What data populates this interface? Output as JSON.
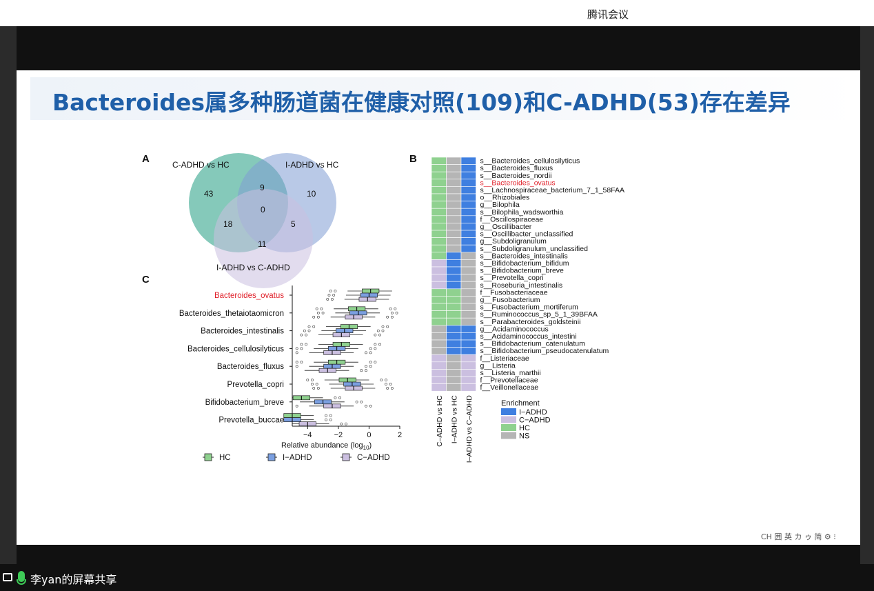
{
  "app": {
    "title": "腾讯会议"
  },
  "share": {
    "label": "李yan的屏幕共享"
  },
  "ime": {
    "text": "CH 囲 英 カ ゥ 简 ⚙ ⁝"
  },
  "slide": {
    "title": "Bacteroides属多种肠道菌在健康对照(109)和C-ADHD(53)存在差异",
    "figure": {
      "panel_a": {
        "label": "A",
        "sets": [
          {
            "name": "C-ADHD vs HC",
            "color": "#3aa88f"
          },
          {
            "name": "I-ADHD vs HC",
            "color": "#7f9cd4"
          },
          {
            "name": "I-ADHD vs C-ADHD",
            "color": "#cbbfe0"
          }
        ],
        "regions": {
          "only_a": "43",
          "ab": "9",
          "only_b": "10",
          "abc": "0",
          "ac": "18",
          "bc": "5",
          "only_c": "11"
        }
      },
      "panel_b": {
        "label": "B",
        "taxa": [
          "s__Bacteroides_cellulosilyticus",
          "s__Bacteroides_fluxus",
          "s__Bacteroides_nordii",
          "s__Bacteroides_ovatus",
          "s__Lachnospiraceae_bacterium_7_1_58FAA",
          "o__Rhizobiales",
          "g__Bilophila",
          "s__Bilophila_wadsworthia",
          "f__Oscillospiraceae",
          "g__Oscillibacter",
          "s__Oscillibacter_unclassified",
          "g__Subdoligranulum",
          "s__Subdoligranulum_unclassified",
          "s__Bacteroides_intestinalis",
          "s__Bifidobacterium_bifidum",
          "s__Bifidobacterium_breve",
          "s__Prevotella_copri",
          "s__Roseburia_intestinalis",
          "f__Fusobacteriaceae",
          "g__Fusobacterium",
          "s__Fusobacterium_mortiferum",
          "s__Ruminococcus_sp_5_1_39BFAA",
          "s__Parabacteroides_goldsteinii",
          "g__Acidaminococcus",
          "s__Acidaminococcus_intestini",
          "s__Bifidobacterium_catenulatum",
          "s__Bifidobacterium_pseudocatenulatum",
          "f__Listeriaceae",
          "g__Listeria",
          "s__Listeria_marthii",
          "f__Prevotellaceae",
          "f__Veillonellaceae"
        ],
        "highlight_taxon": "s__Bacteroides_ovatus",
        "columns": [
          "C–ADHD vs HC",
          "I–ADHD vs HC",
          "I–ADHD vs C–ADHD"
        ],
        "cells": [
          [
            "HC",
            "NS",
            "I"
          ],
          [
            "HC",
            "NS",
            "I"
          ],
          [
            "HC",
            "NS",
            "I"
          ],
          [
            "HC",
            "NS",
            "I"
          ],
          [
            "HC",
            "NS",
            "I"
          ],
          [
            "HC",
            "NS",
            "I"
          ],
          [
            "HC",
            "NS",
            "I"
          ],
          [
            "HC",
            "NS",
            "I"
          ],
          [
            "HC",
            "NS",
            "I"
          ],
          [
            "HC",
            "NS",
            "I"
          ],
          [
            "HC",
            "NS",
            "I"
          ],
          [
            "HC",
            "NS",
            "I"
          ],
          [
            "HC",
            "NS",
            "I"
          ],
          [
            "HC",
            "I",
            "NS"
          ],
          [
            "C",
            "I",
            "NS"
          ],
          [
            "C",
            "I",
            "NS"
          ],
          [
            "C",
            "I",
            "NS"
          ],
          [
            "C",
            "I",
            "NS"
          ],
          [
            "HC",
            "HC",
            "NS"
          ],
          [
            "HC",
            "HC",
            "NS"
          ],
          [
            "HC",
            "HC",
            "NS"
          ],
          [
            "HC",
            "HC",
            "NS"
          ],
          [
            "HC",
            "HC",
            "NS"
          ],
          [
            "NS",
            "I",
            "I"
          ],
          [
            "NS",
            "I",
            "I"
          ],
          [
            "NS",
            "I",
            "I"
          ],
          [
            "NS",
            "I",
            "I"
          ],
          [
            "C",
            "NS",
            "C"
          ],
          [
            "C",
            "NS",
            "C"
          ],
          [
            "C",
            "NS",
            "C"
          ],
          [
            "C",
            "NS",
            "C"
          ],
          [
            "C",
            "NS",
            "C"
          ]
        ],
        "legend": {
          "title": "Enrichment",
          "items": [
            {
              "key": "I",
              "label": "I−ADHD",
              "color": "#3f7fe0"
            },
            {
              "key": "C",
              "label": "C−ADHD",
              "color": "#cbbfe0"
            },
            {
              "key": "HC",
              "label": "HC",
              "color": "#8fd18f"
            },
            {
              "key": "NS",
              "label": "NS",
              "color": "#b5b5b5"
            }
          ]
        }
      },
      "panel_c": {
        "label": "C",
        "xlabel": "Relative abundance (log",
        "xlabel_sub": "10",
        "xlabel_end": ")",
        "ticks": [
          "−4",
          "−2",
          "0",
          "2"
        ],
        "highlight_taxon": "Bacteroides_ovatus",
        "groups": [
          {
            "name": "HC",
            "color": "#8fd18f"
          },
          {
            "name": "I−ADHD",
            "color": "#7b9fe0"
          },
          {
            "name": "C−ADHD",
            "color": "#cbbfe0"
          }
        ]
      }
    }
  },
  "chart_data": [
    {
      "type": "venn",
      "sets": [
        "C-ADHD vs HC",
        "I-ADHD vs HC",
        "I-ADHD vs C-ADHD"
      ],
      "values": {
        "C-ADHD vs HC only": 43,
        "C-ADHD vs HC & I-ADHD vs HC": 9,
        "I-ADHD vs HC only": 10,
        "all three": 0,
        "C-ADHD vs HC & I-ADHD vs C-ADHD": 18,
        "I-ADHD vs HC & I-ADHD vs C-ADHD": 5,
        "I-ADHD vs C-ADHD only": 11
      }
    },
    {
      "type": "heatmap",
      "x": [
        "C–ADHD vs HC",
        "I–ADHD vs HC",
        "I–ADHD vs C–ADHD"
      ],
      "legend": [
        "I−ADHD",
        "C−ADHD",
        "HC",
        "NS"
      ]
    },
    {
      "type": "box",
      "categories": [
        "Bacteroides_ovatus",
        "Bacteroides_thetaiotaomicron",
        "Bacteroides_intestinalis",
        "Bacteroides_cellulosilyticus",
        "Bacteroides_fluxus",
        "Prevotella_copri",
        "Bifidobacterium_breve",
        "Prevotella_buccae"
      ],
      "series": [
        {
          "name": "HC",
          "median": [
            0.1,
            -0.8,
            -1.3,
            -1.8,
            -2.1,
            -1.4,
            -4.4,
            -5.0
          ]
        },
        {
          "name": "I−ADHD",
          "median": [
            0.0,
            -0.7,
            -1.6,
            -2.1,
            -2.4,
            -1.1,
            -3.0,
            -5.0
          ]
        },
        {
          "name": "C−ADHD",
          "median": [
            -0.1,
            -1.0,
            -1.8,
            -2.4,
            -2.7,
            -1.0,
            -2.4,
            -4.0
          ]
        }
      ],
      "xlabel": "Relative abundance (log10)",
      "xlim": [
        -5,
        2
      ]
    }
  ]
}
